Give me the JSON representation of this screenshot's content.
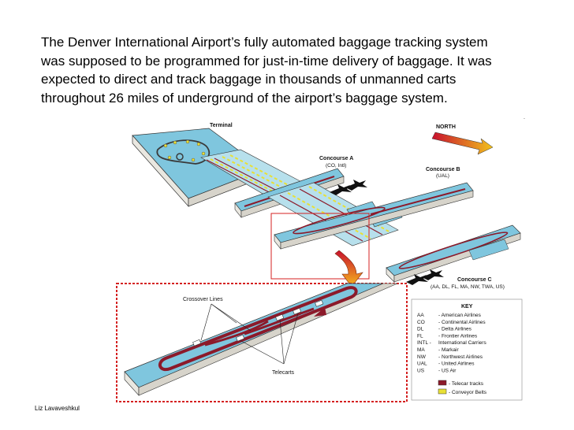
{
  "intro": {
    "lines": [
      "The Denver International Airport’s fully automated baggage tracking system",
      "was supposed to be programmed for just-in-time delivery of baggage.  It was",
      "expected to direct and track baggage in thousands of unmanned carts",
      "throughout 26 miles of underground of the airport’s baggage system."
    ]
  },
  "diagram": {
    "terminal": "Terminal",
    "north": "NORTH",
    "concourse_a": {
      "name": "Concourse A",
      "airlines": "(CO, Intl)"
    },
    "concourse_b": {
      "name": "Concourse B",
      "airlines": "(UAL)"
    },
    "concourse_c": {
      "name": "Concourse C",
      "airlines": "(AA, DL, FL, MA, NW, TWA, US)"
    },
    "crossover": "Crossover Lines",
    "telecarts": "Telecarts"
  },
  "key": {
    "title": "KEY",
    "items": [
      {
        "code": "AA",
        "label": "- American Airlines"
      },
      {
        "code": "CO",
        "label": "- Continental Airlines"
      },
      {
        "code": "DL",
        "label": "- Delta Airlines"
      },
      {
        "code": "FL",
        "label": "- Frontier Airlines"
      },
      {
        "code": "INTL -",
        "label": "International Carriers"
      },
      {
        "code": "MA",
        "label": "- Markair"
      },
      {
        "code": "NW",
        "label": "-  Northwest Airlines"
      },
      {
        "code": "UAL",
        "label": "- United Airlines"
      },
      {
        "code": "US",
        "label": "- US Air"
      }
    ],
    "telecar_tracks": "- Telecar tracks",
    "conveyor_belts": "- Conveyor Belts"
  },
  "colors": {
    "building_top": "#7fc6de",
    "building_side": "#e9e7e0",
    "track": "#8c1a2a",
    "conveyor": "#e8e035",
    "dashed_border": "#d42020",
    "arrow": "#e87818"
  },
  "credit": "Liz Lavaveshkul"
}
